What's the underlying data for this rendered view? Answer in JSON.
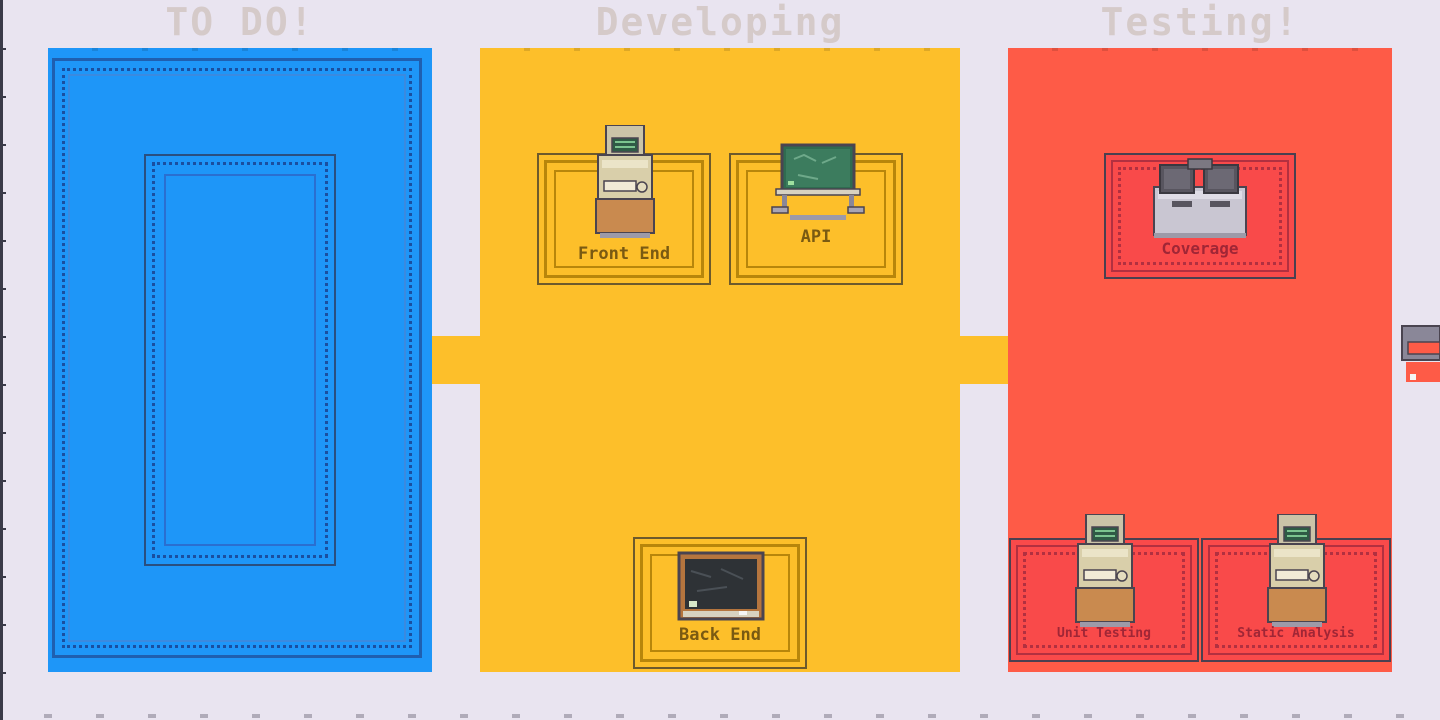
{
  "columns": [
    {
      "title": "TO DO!",
      "color": "#1e96f8"
    },
    {
      "title": "Developing",
      "color": "#fdbf2a"
    },
    {
      "title": "Testing!",
      "color": "#fe5b47"
    }
  ],
  "stations": {
    "front_end": {
      "label": "Front End",
      "prop": "computer-icon"
    },
    "api": {
      "label": "API",
      "prop": "whiteboard-icon"
    },
    "back_end": {
      "label": "Back End",
      "prop": "chalkboard-icon"
    },
    "coverage": {
      "label": "Coverage",
      "prop": "dual-monitor-desk-icon"
    },
    "unit_testing": {
      "label": "Unit Testing",
      "prop": "computer-icon"
    },
    "static_analysis": {
      "label": "Static Analysis",
      "prop": "computer-icon"
    }
  }
}
